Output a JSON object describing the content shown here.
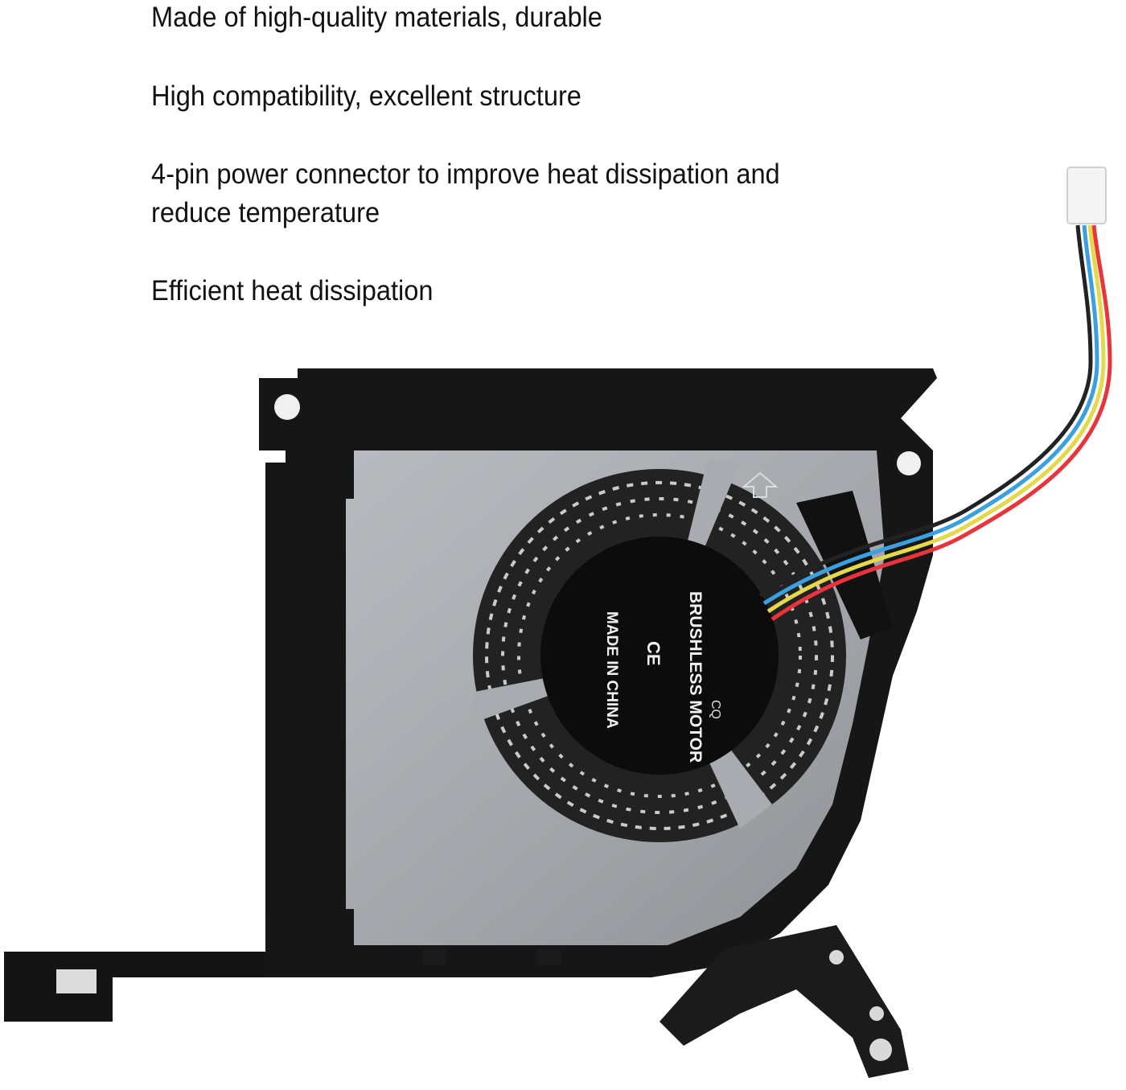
{
  "features": [
    {
      "lines": [
        "Made of high-quality materials, durable"
      ]
    },
    {
      "lines": [
        "High compatibility, excellent structure"
      ]
    },
    {
      "lines": [
        "4-pin power connector to improve heat dissipation and",
        "reduce temperature"
      ]
    },
    {
      "lines": [
        "Efficient heat dissipation"
      ]
    }
  ],
  "product": {
    "name": "laptop-cooling-fan",
    "label": {
      "brand_mark": "CQ",
      "line1": "BRUSHLESS MOTOR",
      "line2": "MADE IN CHINA",
      "cert": "CE"
    },
    "wire_colors": [
      "#e8343a",
      "#e3d94a",
      "#3aa0e0",
      "#222222"
    ]
  }
}
